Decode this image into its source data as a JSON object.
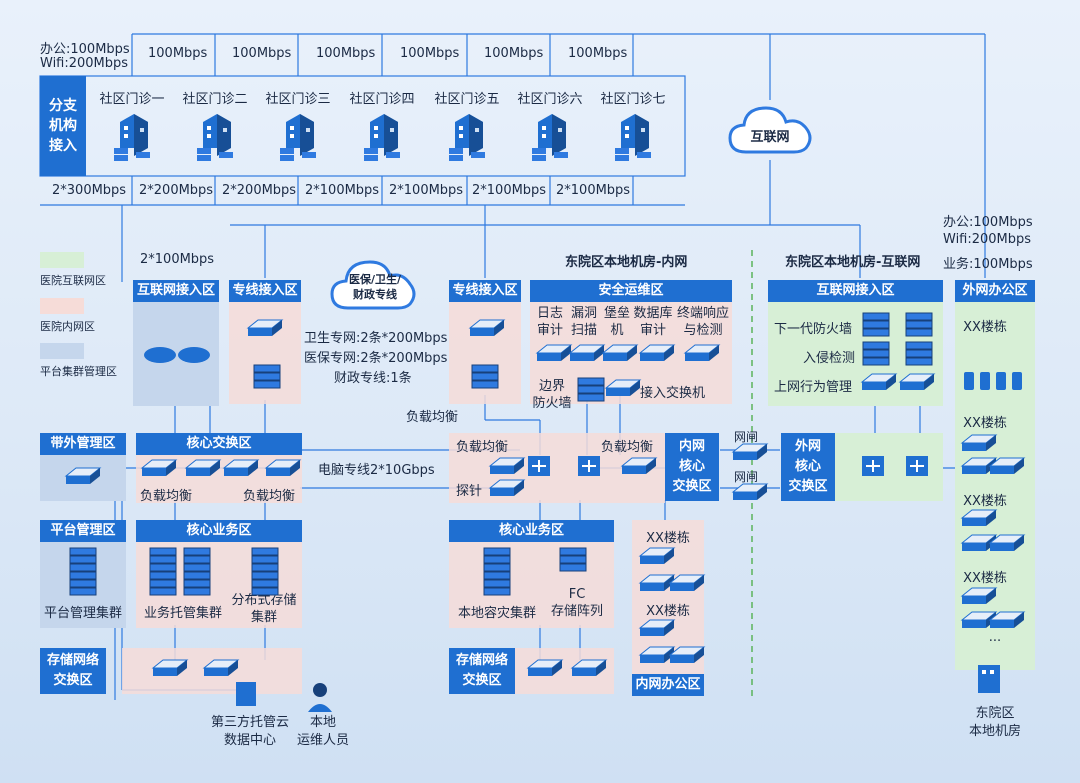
{
  "top": {
    "bandwidth_office": "办公:100Mbps",
    "bandwidth_wifi": "Wifi:200Mbps",
    "links_up": [
      "100Mbps",
      "100Mbps",
      "100Mbps",
      "100Mbps",
      "100Mbps",
      "100Mbps"
    ],
    "clinics": [
      "社区门诊一",
      "社区门诊二",
      "社区门诊三",
      "社区门诊四",
      "社区门诊五",
      "社区门诊六",
      "社区门诊七"
    ],
    "links_down": [
      "2*300Mbps",
      "2*200Mbps",
      "2*200Mbps",
      "2*100Mbps",
      "2*100Mbps",
      "2*100Mbps",
      "2*100Mbps"
    ],
    "branch_label": "分支\n机构\n接入"
  },
  "internet": {
    "label": "互联网"
  },
  "special_cloud": {
    "label": "医保/卫生/\n财政专线"
  },
  "legend": {
    "items": [
      "医院互联网区",
      "医院内网区",
      "平台集群管理区"
    ],
    "colors": [
      "#d7efd6",
      "#f6dcd8",
      "#c5d6ec"
    ]
  },
  "labels": {
    "left_bw": "2*100Mbps",
    "internet_access": "互联网接入区",
    "special_access_left": "专线接入区",
    "special_access_mid": "专线接入区",
    "special_lines": [
      "卫生专网:2条*200Mbps",
      "医保专网:2条*200Mbps",
      "财政专线:1条"
    ],
    "load_balance_top": "负载均衡",
    "inner_room_title": "东院区本地机房-内网",
    "ops_zone": "安全运维区",
    "ops_items": [
      "日志\n审计",
      "漏洞\n扫描",
      "堡垒\n机",
      "数据库\n审计",
      "终端响应\n与检测"
    ],
    "border_fw": "边界\n防火墙",
    "access_switch": "接入交换机",
    "oob": "带外管理区",
    "core_switch": "核心交换区",
    "lb1": "负载均衡",
    "lb2": "负载均衡",
    "pc_line": "电脑专线2*10Gbps",
    "lb_mid1": "负载均衡",
    "lb_mid2": "负载均衡",
    "probe": "探针",
    "inner_core": "内网\n核心\n交换区",
    "gap1": "网闸",
    "gap2": "网闸",
    "outer_core": "外网\n核心\n交换区",
    "inet_room_title": "东院区本地机房-互联网",
    "inet_access_right": "互联网接入区",
    "inet_items": [
      "下一代防火墙",
      "入侵检测",
      "上网行为管理"
    ],
    "outer_office": "外网办公区",
    "outer_office_bw": [
      "办公:100Mbps",
      "Wifi:200Mbps",
      "业务:100Mbps"
    ],
    "outer_buildings": [
      "XX楼栋",
      "XX楼栋",
      "XX楼栋",
      "XX楼栋",
      "..."
    ],
    "platform_mgmt": "平台管理区",
    "platform_cluster": "平台管理集群",
    "core_biz_left": "核心业务区",
    "biz_hosting": "业务托管集群",
    "dist_storage": "分布式存储\n集群",
    "storage_switch_left": "存储网络\n交换区",
    "third_party": "第三方托管云\n数据中心",
    "local_ops": "本地\n运维人员",
    "core_biz_mid": "核心业务区",
    "dr_cluster": "本地容灾集群",
    "fc_array": "FC\n存储阵列",
    "storage_switch_mid": "存储网络\n交换区",
    "inner_buildings": [
      "XX楼栋",
      "XX楼栋"
    ],
    "inner_office": "内网办公区",
    "east_room": "东院区\n本地机房"
  }
}
